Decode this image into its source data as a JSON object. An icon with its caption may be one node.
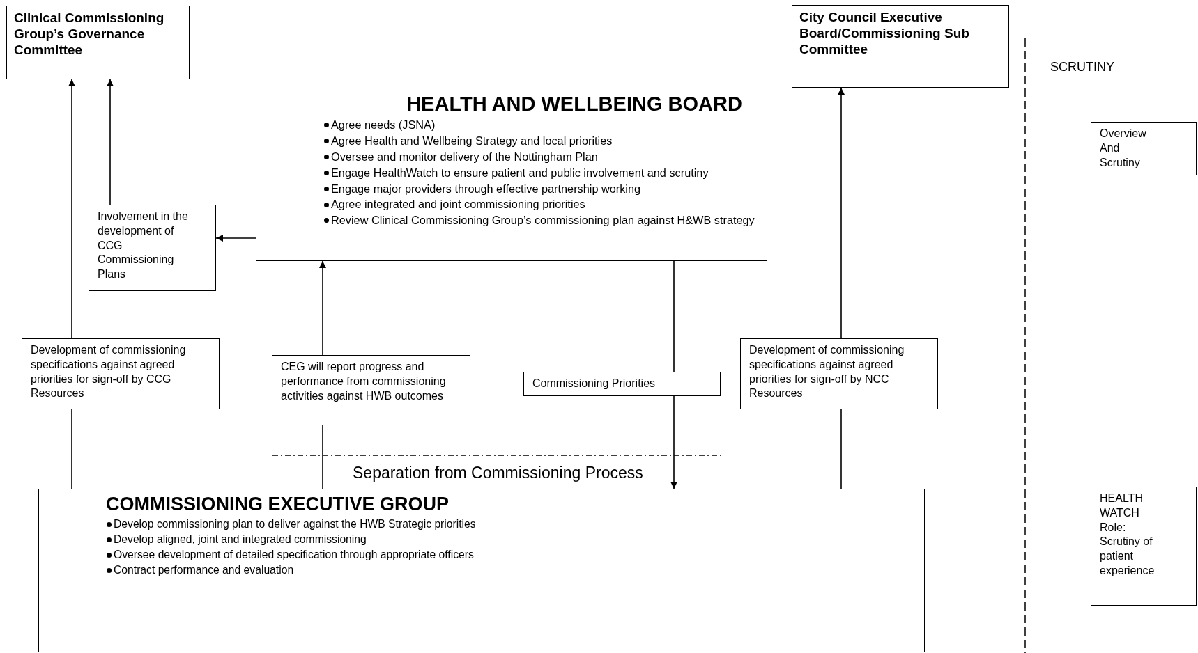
{
  "diagram": {
    "nodes": [
      {
        "text": [
          "Clinical Commissioning Group’s Governance Committee"
        ]
      },
      {
        "text": [
          "HEALTH AND WELLBEING BOARD",
          "Agree needs (JSNA)",
          "Agree Health and Wellbeing Strategy and local priorities",
          "Oversee and monitor delivery of the Nottingham Plan",
          "Engage HealthWatch to ensure patient and public involvement and scrutiny",
          "Engage major providers through effective partnership working",
          "Agree integrated and joint commissioning priorities",
          "Review Clinical Commissioning Group’s commissioning plan against H&WB strategy"
        ]
      },
      {
        "text": [
          "Involvement in the development of CCG Commissioning Plans"
        ]
      },
      {
        "text": [
          "Development of commissioning specifications against agreed priorities for sign-off by CCG Resources"
        ]
      },
      {
        "text": [
          "CEG will report progress and performance from commissioning activities against HWB outcomes"
        ]
      },
      {
        "text": [
          "Commissioning Priorities"
        ]
      },
      {
        "text": [
          "City Council Executive Board/Commissioning Sub Committee"
        ]
      },
      {
        "text": [
          "Development of commissioning specifications against agreed priorities for sign-off by NCC Resources"
        ]
      },
      {
        "text": [
          "COMMISSIONING EXECUTIVE GROUP",
          "Develop commissioning plan to deliver against the HWB Strategic priorities",
          "Develop  aligned, joint  and integrated commissioning",
          "Oversee development of detailed specification through appropriate officers",
          "Contract performance and evaluation"
        ]
      },
      {
        "text": [
          "Overview And Scrutiny"
        ]
      },
      {
        "text": [
          "HEALTH WATCH Role: Scrutiny of patient experience"
        ]
      }
    ],
    "edges": [
      {
        "from": 3,
        "to": 0,
        "arrow": "to"
      },
      {
        "from": 2,
        "to": 0,
        "arrow": "to"
      },
      {
        "from": 1,
        "to": 2,
        "arrow": "to"
      },
      {
        "from": 4,
        "to": 1,
        "arrow": "to"
      },
      {
        "from": 8,
        "to": 4,
        "arrow": "none"
      },
      {
        "from": 1,
        "to": 5,
        "arrow": "none"
      },
      {
        "from": 5,
        "to": 8,
        "arrow": "to"
      },
      {
        "from": 7,
        "to": 6,
        "arrow": "to"
      },
      {
        "from": 8,
        "to": 7,
        "arrow": "none"
      },
      {
        "from": 8,
        "to": 3,
        "arrow": "none"
      }
    ],
    "labels": [
      "SCRUTINY",
      "Separation from Commissioning Process"
    ]
  }
}
